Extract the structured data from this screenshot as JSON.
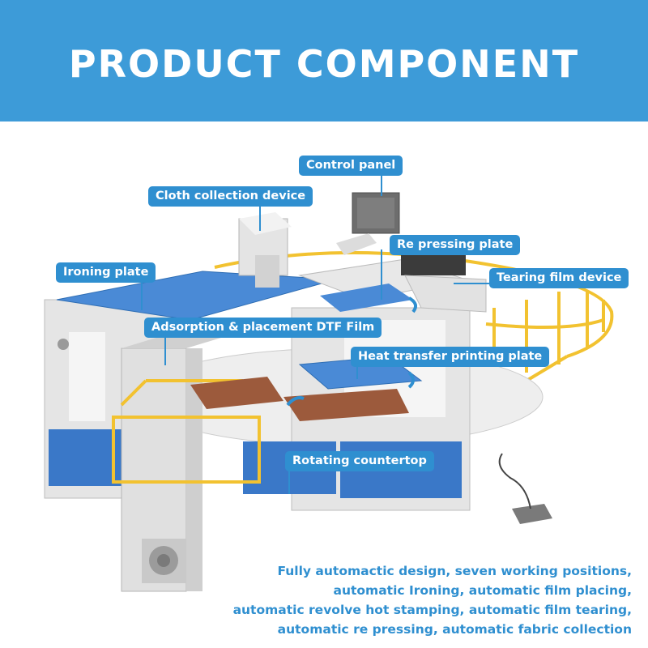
{
  "header": {
    "title": "PRODUCT COMPONENT"
  },
  "callouts": {
    "control_panel": "Control panel",
    "cloth_collection": "Cloth collection device",
    "re_pressing": "Re pressing plate",
    "ironing_plate": "Ironing plate",
    "tearing_film": "Tearing film device",
    "adsorption": "Adsorption & placement DTF Film",
    "heat_transfer": "Heat transfer printing plate",
    "rotating": "Rotating countertop"
  },
  "description": {
    "lines": [
      "Fully automactic design, seven working positions,",
      "automatic Ironing, automatic film placing,",
      "automatic revolve hot stamping, automatic film tearing,",
      "automatic re pressing, automatic fabric collection"
    ]
  },
  "colors": {
    "banner": "#3d9bd8",
    "label": "#2f8fd0",
    "machine": "#e6e6e6",
    "panel": "#3a78c8",
    "rail": "#f2c230"
  }
}
